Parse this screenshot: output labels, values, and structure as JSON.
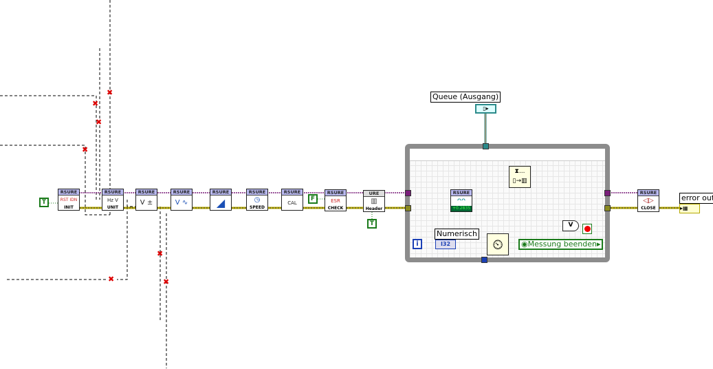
{
  "diagram": {
    "vis": [
      {
        "id": "init",
        "header": "RSURE",
        "caption": "INIT",
        "icon": "RST IDN"
      },
      {
        "id": "unit",
        "header": "RSURE",
        "caption": "UNIT",
        "icon": "Hz V"
      },
      {
        "id": "config-range",
        "header": "RSURE",
        "caption": "",
        "icon": "V ±"
      },
      {
        "id": "config-ac",
        "header": "RSURE",
        "caption": "",
        "icon": "V ∿"
      },
      {
        "id": "config-trigger",
        "header": "RSURE",
        "caption": "",
        "icon": "◢"
      },
      {
        "id": "speed",
        "header": "RSURE",
        "caption": "SPEED",
        "icon": "◷"
      },
      {
        "id": "cal",
        "header": "RSURE",
        "caption": "",
        "icon": "CAL"
      },
      {
        "id": "check",
        "header": "RSURE",
        "caption": "CHECK",
        "icon": "ESR"
      },
      {
        "id": "header",
        "header": "URE",
        "caption": "Header",
        "icon": "▥"
      }
    ],
    "constants": {
      "true_1": "T",
      "false_1": "F",
      "true_2": "T"
    },
    "queue_label": "Queue (Ausgang)",
    "loop": {
      "read_vi": {
        "header": "RSURE",
        "value": "+0.2835"
      },
      "dequeue_icon": "⧗...",
      "numeric_label": "Numerisch",
      "numeric_type": "I32",
      "iteration": "i",
      "or_gate": "V",
      "stop_button_label": "Messung beenden"
    },
    "close_vi": {
      "header": "RSURE",
      "caption": "CLOSE"
    },
    "error_out_label": "error out"
  },
  "colors": {
    "error_wire": "#b5a800",
    "ref_wire": "#7a1e7a",
    "queue_wire": "#2a8a8a",
    "bool": "#1a7a1a"
  }
}
